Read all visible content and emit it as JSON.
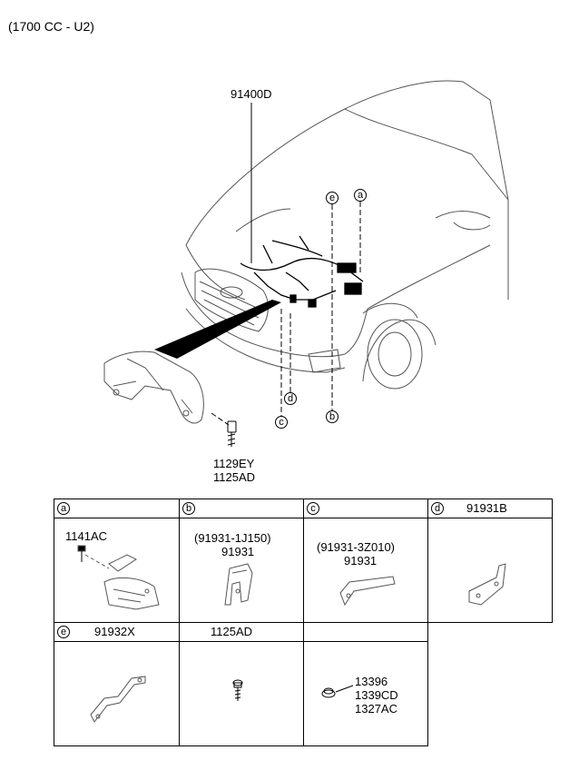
{
  "header": {
    "engine_note": "(1700 CC - U2)"
  },
  "diagram": {
    "main_part": "91400D",
    "bolt_parts": [
      "1129EY",
      "1125AD"
    ],
    "callouts": {
      "a": "a",
      "b": "b",
      "c": "c",
      "d": "d",
      "e": "e"
    }
  },
  "table": {
    "row1": [
      {
        "letter": "a",
        "title": "",
        "parts": [
          "1141AC"
        ]
      },
      {
        "letter": "b",
        "title": "",
        "parts": [
          "(91931-1J150)",
          "91931"
        ]
      },
      {
        "letter": "c",
        "title": "",
        "parts": [
          "(91931-3Z010)",
          "91931"
        ]
      },
      {
        "letter": "d",
        "title": "91931B",
        "parts": []
      }
    ],
    "row2": [
      {
        "letter": "e",
        "title": "91932X",
        "parts": []
      },
      {
        "letter": "",
        "title": "1125AD",
        "parts": []
      },
      {
        "letter": "",
        "title": "",
        "parts": [
          "13396",
          "1339CD",
          "1327AC"
        ]
      }
    ]
  }
}
